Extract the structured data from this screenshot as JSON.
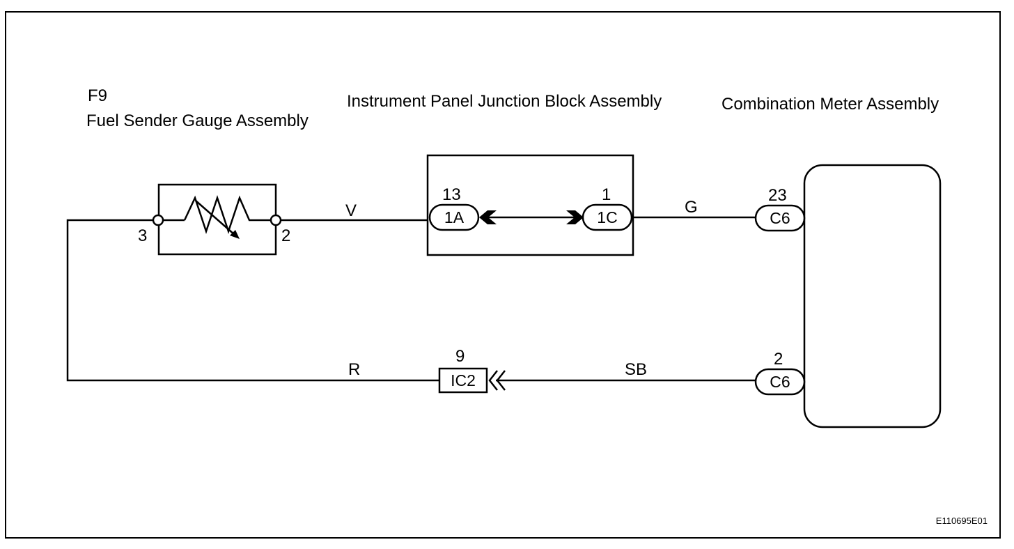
{
  "components": {
    "fuel_sender": {
      "code": "F9",
      "name": "Fuel Sender Gauge Assembly"
    },
    "junction_block": {
      "name": "Instrument Panel Junction Block Assembly"
    },
    "combination_meter": {
      "name": "Combination Meter Assembly"
    }
  },
  "pins": {
    "sender_left": "3",
    "sender_right": "2",
    "jb_in": "13",
    "jb_out": "1",
    "meter_top": "23",
    "meter_bottom": "2",
    "ic_pin": "9"
  },
  "connectors": {
    "jb_in": "1A",
    "jb_out": "1C",
    "meter_top": "C6",
    "meter_bottom": "C6",
    "ic": "IC2"
  },
  "wires": {
    "sender_to_jb": "V",
    "jb_to_meter": "G",
    "ground_return": "R",
    "meter_to_ic": "SB"
  },
  "figure_code": "E110695E01"
}
